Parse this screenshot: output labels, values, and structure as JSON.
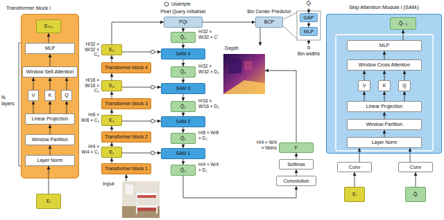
{
  "diagram": {
    "nodes": [
      {
        "text": [
          "Transformer block i"
        ]
      },
      {
        "text": [
          "Eᵢ₊₁"
        ],
        "in": 0
      },
      {
        "text": [
          "MLP"
        ],
        "in": 0
      },
      {
        "text": [
          "Window Self-Attention"
        ],
        "in": 0
      },
      {
        "text": [
          "V"
        ],
        "in": 0
      },
      {
        "text": [
          "K"
        ],
        "in": 0
      },
      {
        "text": [
          "Q"
        ],
        "in": 0
      },
      {
        "text": [
          "Linear Projection"
        ],
        "in": 0
      },
      {
        "text": [
          "Window Partition"
        ],
        "in": 0
      },
      {
        "text": [
          "Layer Norm"
        ],
        "in": 0
      },
      {
        "text": [
          "Eᵢ"
        ]
      },
      {
        "text": [
          "PQI"
        ]
      },
      {
        "text": [
          "BCP"
        ]
      },
      {
        "text": [
          "GAP"
        ]
      },
      {
        "text": [
          "MLP"
        ]
      },
      {
        "text": [
          "E₄"
        ]
      },
      {
        "text": [
          "Transformer block 4"
        ]
      },
      {
        "text": [
          "E₃"
        ]
      },
      {
        "text": [
          "Transformer block 3"
        ]
      },
      {
        "text": [
          "E₂"
        ]
      },
      {
        "text": [
          "Transformer block 2"
        ]
      },
      {
        "text": [
          "E₁"
        ]
      },
      {
        "text": [
          "Transformer block 1"
        ]
      },
      {
        "text": [
          "Q̂₄"
        ]
      },
      {
        "text": [
          "SAM 4"
        ]
      },
      {
        "text": [
          "Q̂₃"
        ]
      },
      {
        "text": [
          "SAM 3"
        ]
      },
      {
        "text": [
          "Q̂₂"
        ]
      },
      {
        "text": [
          "SAM 2"
        ]
      },
      {
        "text": [
          "Q̂₁"
        ]
      },
      {
        "text": [
          "SAM 1"
        ]
      },
      {
        "text": [
          "Q̂₀"
        ]
      },
      {
        "text": [
          "F"
        ]
      },
      {
        "text": [
          "Softmax"
        ]
      },
      {
        "text": [
          "Convolution"
        ]
      },
      {
        "text": [
          "Depth"
        ]
      },
      {
        "text": [
          "Input"
        ]
      },
      {
        "text": [
          "Skip Attention Module i (SAMᵢ)"
        ]
      },
      {
        "text": [
          "Q̂ᵢ₋₁"
        ],
        "in": 37
      },
      {
        "text": [
          "MLP"
        ],
        "in": 37
      },
      {
        "text": [
          "Window Cross Attention"
        ],
        "in": 37
      },
      {
        "text": [
          "V"
        ],
        "in": 37
      },
      {
        "text": [
          "K"
        ],
        "in": 37
      },
      {
        "text": [
          "Q"
        ],
        "in": 37
      },
      {
        "text": [
          "Linear Projection"
        ],
        "in": 37
      },
      {
        "text": [
          "Window Partition"
        ],
        "in": 37
      },
      {
        "text": [
          "Layer Norm"
        ],
        "in": 37
      },
      {
        "text": [
          "Conv"
        ]
      },
      {
        "text": [
          "Conv"
        ]
      },
      {
        "text": [
          "Eᵢ"
        ]
      },
      {
        "text": [
          "Q̂ᵢ"
        ]
      }
    ],
    "edges": [
      {
        "from": 10,
        "to": 9,
        "arrow": "to"
      },
      {
        "from": 9,
        "to": 8,
        "arrow": "to"
      },
      {
        "from": 8,
        "to": 7,
        "arrow": "to"
      },
      {
        "from": 7,
        "to": 4,
        "arrow": "to"
      },
      {
        "from": 7,
        "to": 5,
        "arrow": "to"
      },
      {
        "from": 7,
        "to": 6,
        "arrow": "to"
      },
      {
        "from": 4,
        "to": 3,
        "arrow": "to"
      },
      {
        "from": 5,
        "to": 3,
        "arrow": "to"
      },
      {
        "from": 6,
        "to": 3,
        "arrow": "to"
      },
      {
        "from": 3,
        "to": 2,
        "arrow": "to"
      },
      {
        "from": 2,
        "to": 1,
        "arrow": "to"
      },
      {
        "from": 36,
        "to": 22,
        "arrow": "to"
      },
      {
        "from": 22,
        "to": 21,
        "arrow": "to"
      },
      {
        "from": 21,
        "to": 20,
        "arrow": "to"
      },
      {
        "from": 20,
        "to": 19,
        "arrow": "to"
      },
      {
        "from": 19,
        "to": 18,
        "arrow": "to"
      },
      {
        "from": 18,
        "to": 17,
        "arrow": "to"
      },
      {
        "from": 17,
        "to": 16,
        "arrow": "to"
      },
      {
        "from": 16,
        "to": 15,
        "arrow": "to"
      },
      {
        "from": 15,
        "to": 11,
        "arrow": "to"
      },
      {
        "from": 11,
        "to": 23,
        "arrow": "to"
      },
      {
        "from": 11,
        "to": 12,
        "arrow": "to"
      },
      {
        "from": 15,
        "to": 24,
        "arrow": "to"
      },
      {
        "from": 23,
        "to": 24,
        "arrow": "to"
      },
      {
        "from": 24,
        "to": 25,
        "arrow": "to"
      },
      {
        "from": 17,
        "to": 26,
        "arrow": "to"
      },
      {
        "from": 25,
        "to": 26,
        "arrow": "to"
      },
      {
        "from": 26,
        "to": 27,
        "arrow": "to"
      },
      {
        "from": 19,
        "to": 28,
        "arrow": "to"
      },
      {
        "from": 27,
        "to": 28,
        "arrow": "to"
      },
      {
        "from": 28,
        "to": 29,
        "arrow": "to"
      },
      {
        "from": 21,
        "to": 30,
        "arrow": "to"
      },
      {
        "from": 29,
        "to": 30,
        "arrow": "to"
      },
      {
        "from": 30,
        "to": 31,
        "arrow": "to"
      },
      {
        "from": 31,
        "to": 34,
        "arrow": "to"
      },
      {
        "from": 34,
        "to": 33,
        "arrow": "to"
      },
      {
        "from": 33,
        "to": 32,
        "arrow": "to"
      },
      {
        "from": 32,
        "to": 35,
        "arrow": "to"
      },
      {
        "from": 12,
        "to": 35,
        "arrow": "to"
      },
      {
        "from": 13,
        "to": 14,
        "arrow": "to"
      },
      {
        "from": 49,
        "to": 47,
        "arrow": "to"
      },
      {
        "from": 50,
        "to": 48,
        "arrow": "to"
      },
      {
        "from": 47,
        "to": 46,
        "arrow": "to"
      },
      {
        "from": 48,
        "to": 46,
        "arrow": "to"
      },
      {
        "from": 46,
        "to": 45,
        "arrow": "to"
      },
      {
        "from": 45,
        "to": 44,
        "arrow": "to"
      },
      {
        "from": 44,
        "to": 41,
        "arrow": "to"
      },
      {
        "from": 44,
        "to": 42,
        "arrow": "to"
      },
      {
        "from": 44,
        "to": 43,
        "arrow": "to"
      },
      {
        "from": 41,
        "to": 40,
        "arrow": "to"
      },
      {
        "from": 42,
        "to": 40,
        "arrow": "to"
      },
      {
        "from": 43,
        "to": 40,
        "arrow": "to"
      },
      {
        "from": 40,
        "to": 39,
        "arrow": "to"
      },
      {
        "from": 39,
        "to": 38,
        "arrow": "to"
      }
    ],
    "labels": [
      "Nₗ layers",
      "H/32 × W/32 × C₄",
      "H/16 × W/16 × C₃",
      "H/8 × W/8 × C₂",
      "H/4 × W/4 × C₁",
      "H/32 × W/32 × C'",
      "H/32 × W/32 × D₄",
      "H/16 × W/16 × D₃",
      "H/8 × W/8 × D₂",
      "H/4 × W/4 × D₁",
      "H/4 × W/4 × Nbins",
      "Q̂ₗ",
      "b",
      "Bin widths",
      "Pixel Query Initialiser",
      "Bin Center Predictor"
    ],
    "legend": [
      {
        "text": "Usample"
      }
    ]
  }
}
